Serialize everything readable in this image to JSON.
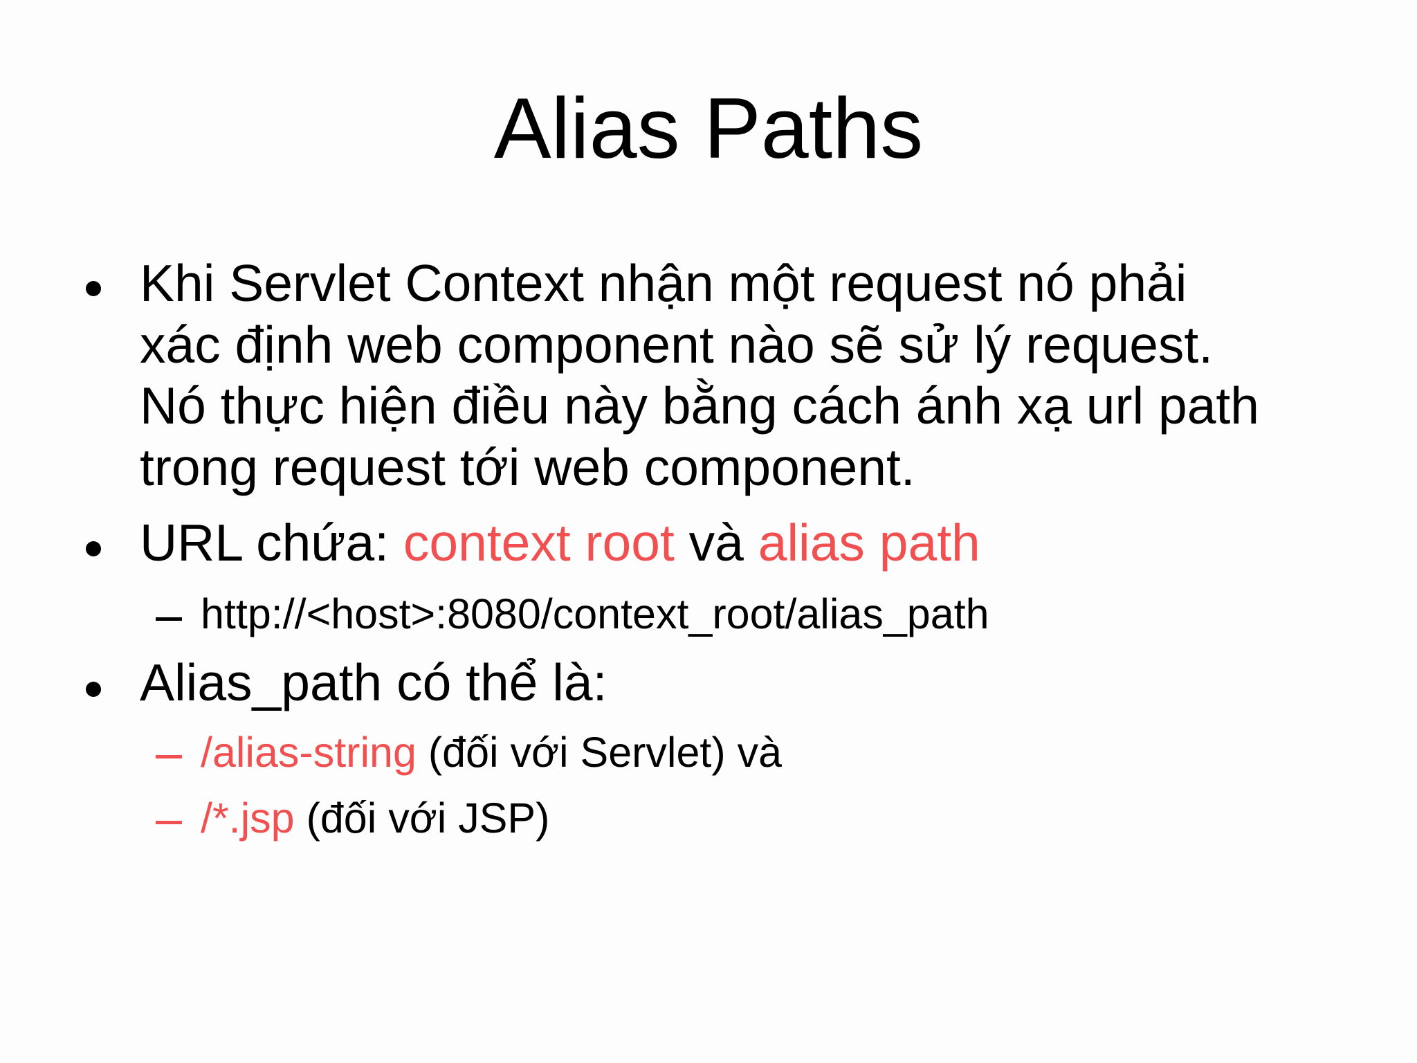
{
  "slide": {
    "title": "Alias Paths",
    "accent_color": "#f05050",
    "bullets": [
      {
        "lines": [
          "Khi Servlet Context nhận một request nó phải",
          "xác định web component nào sẽ sử lý request.",
          "Nó thực hiện điều này bằng cách ánh xạ url path",
          "trong request tới web component."
        ]
      },
      {
        "prefix": "URL chứa: ",
        "highlight1": "context root",
        "middle": " và ",
        "highlight2": "alias path",
        "sub": [
          {
            "text": "http://<host>:8080/context_root/alias_path"
          }
        ]
      },
      {
        "text": "Alias_path có thể là:",
        "sub": [
          {
            "highlight": "/alias-string",
            "text": " (đối với Servlet) và"
          },
          {
            "highlight": "/*.jsp",
            "text": " (đối với JSP)"
          }
        ]
      }
    ]
  }
}
